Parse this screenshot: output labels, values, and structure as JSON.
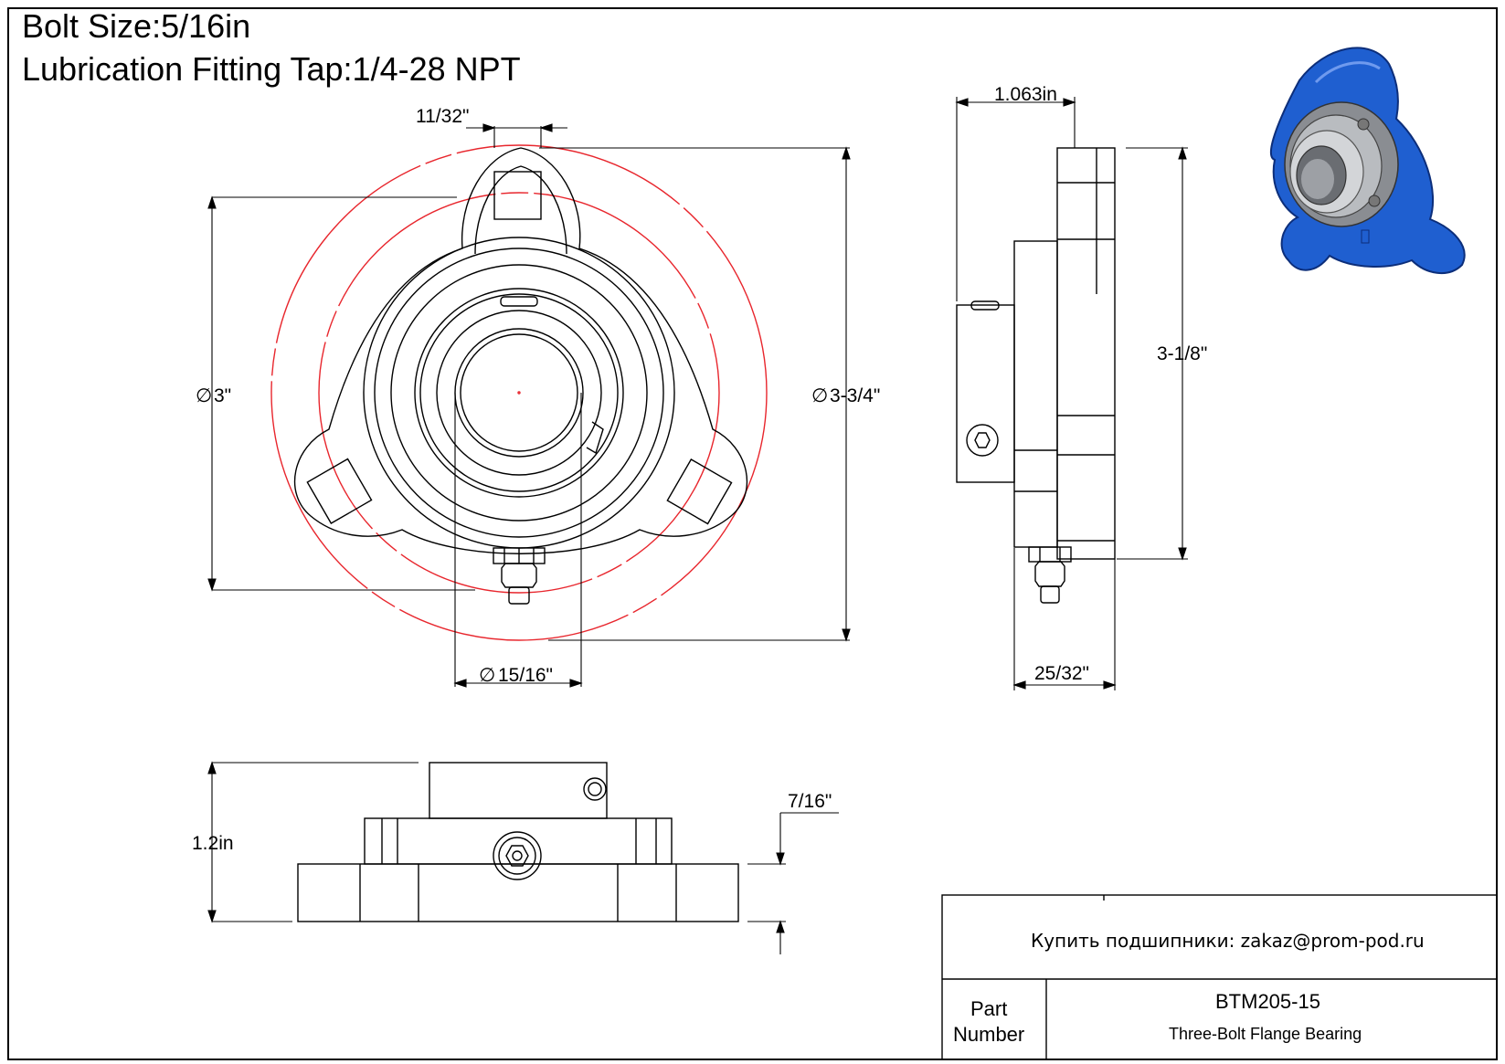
{
  "header": {
    "bolt_size": "Bolt Size:5/16in",
    "lubrication": "Lubrication Fitting Tap:1/4-28 NPT"
  },
  "dimensions": {
    "slot_width": "11/32\"",
    "bolt_circle": "3\"",
    "outer_diameter": "3-3/4\"",
    "bore": "15/16\"",
    "side_width": "1.063in",
    "side_height": "3-1/8\"",
    "side_base": "25/32\"",
    "front_height": "1.2in",
    "flange_thickness": "7/16\""
  },
  "symbols": {
    "diameter": "∅"
  },
  "title_block": {
    "buy_text": "Купить подшипники: zakaz@prom-pod.ru",
    "part_label_line1": "Part",
    "part_label_line2": "Number",
    "part_number": "BTM205-15",
    "description": "Three-Bolt Flange Bearing"
  },
  "colors": {
    "line": "#000000",
    "construction": "#e8262d",
    "housing": "#1f5fd0",
    "insert": "#b9bcc0"
  }
}
